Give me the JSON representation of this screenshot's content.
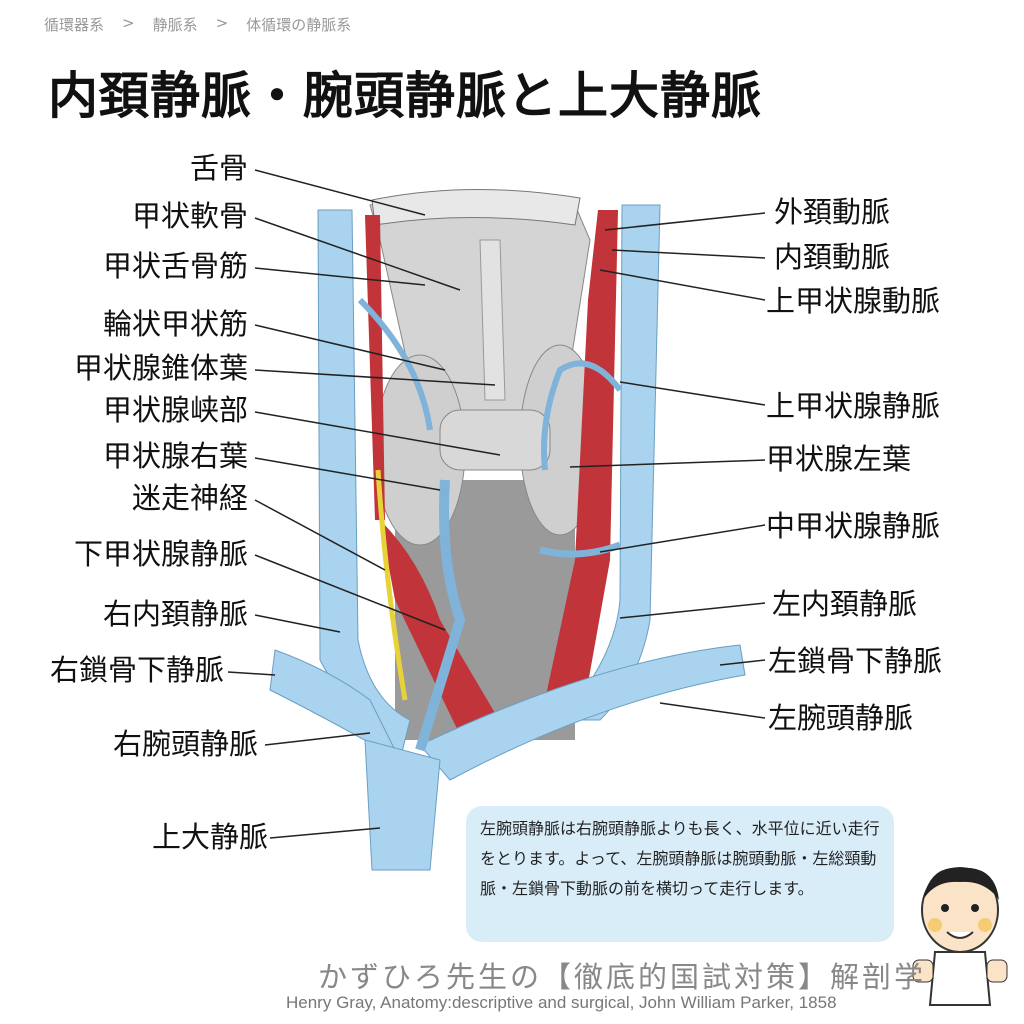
{
  "breadcrumb": [
    "循環器系",
    "静脈系",
    "体循環の静脈系"
  ],
  "breadcrumb_separator": ">",
  "title": "内頚静脈・腕頭静脈と上大静脈",
  "labels_left": [
    "舌骨",
    "甲状軟骨",
    "甲状舌骨筋",
    "輪状甲状筋",
    "甲状腺錐体葉",
    "甲状腺峡部",
    "甲状腺右葉",
    "迷走神経",
    "下甲状腺静脈",
    "右内頚静脈",
    "右鎖骨下静脈",
    "右腕頭静脈",
    "上大静脈"
  ],
  "labels_right": [
    "外頚動脈",
    "内頚動脈",
    "上甲状腺動脈",
    "上甲状腺静脈",
    "甲状腺左葉",
    "中甲状腺静脈",
    "左内頚静脈",
    "左鎖骨下静脈",
    "左腕頭静脈"
  ],
  "note": "左腕頭静脈は右腕頭静脈よりも長く、水平位に近い走行をとります。よって、左腕頭静脈は腕頭動脈・左総頸動脈・左鎖骨下動脈の前を横切って走行します。",
  "brand": "かずひろ先生の【徹底的国試対策】解剖学",
  "credit": "Henry Gray, Anatomy:descriptive and surgical, John William Parker, 1858",
  "colors": {
    "vein": "#a9d3ee",
    "artery": "#c0343a",
    "gland": "#d6d6d6",
    "bubble": "#d9edf9"
  }
}
